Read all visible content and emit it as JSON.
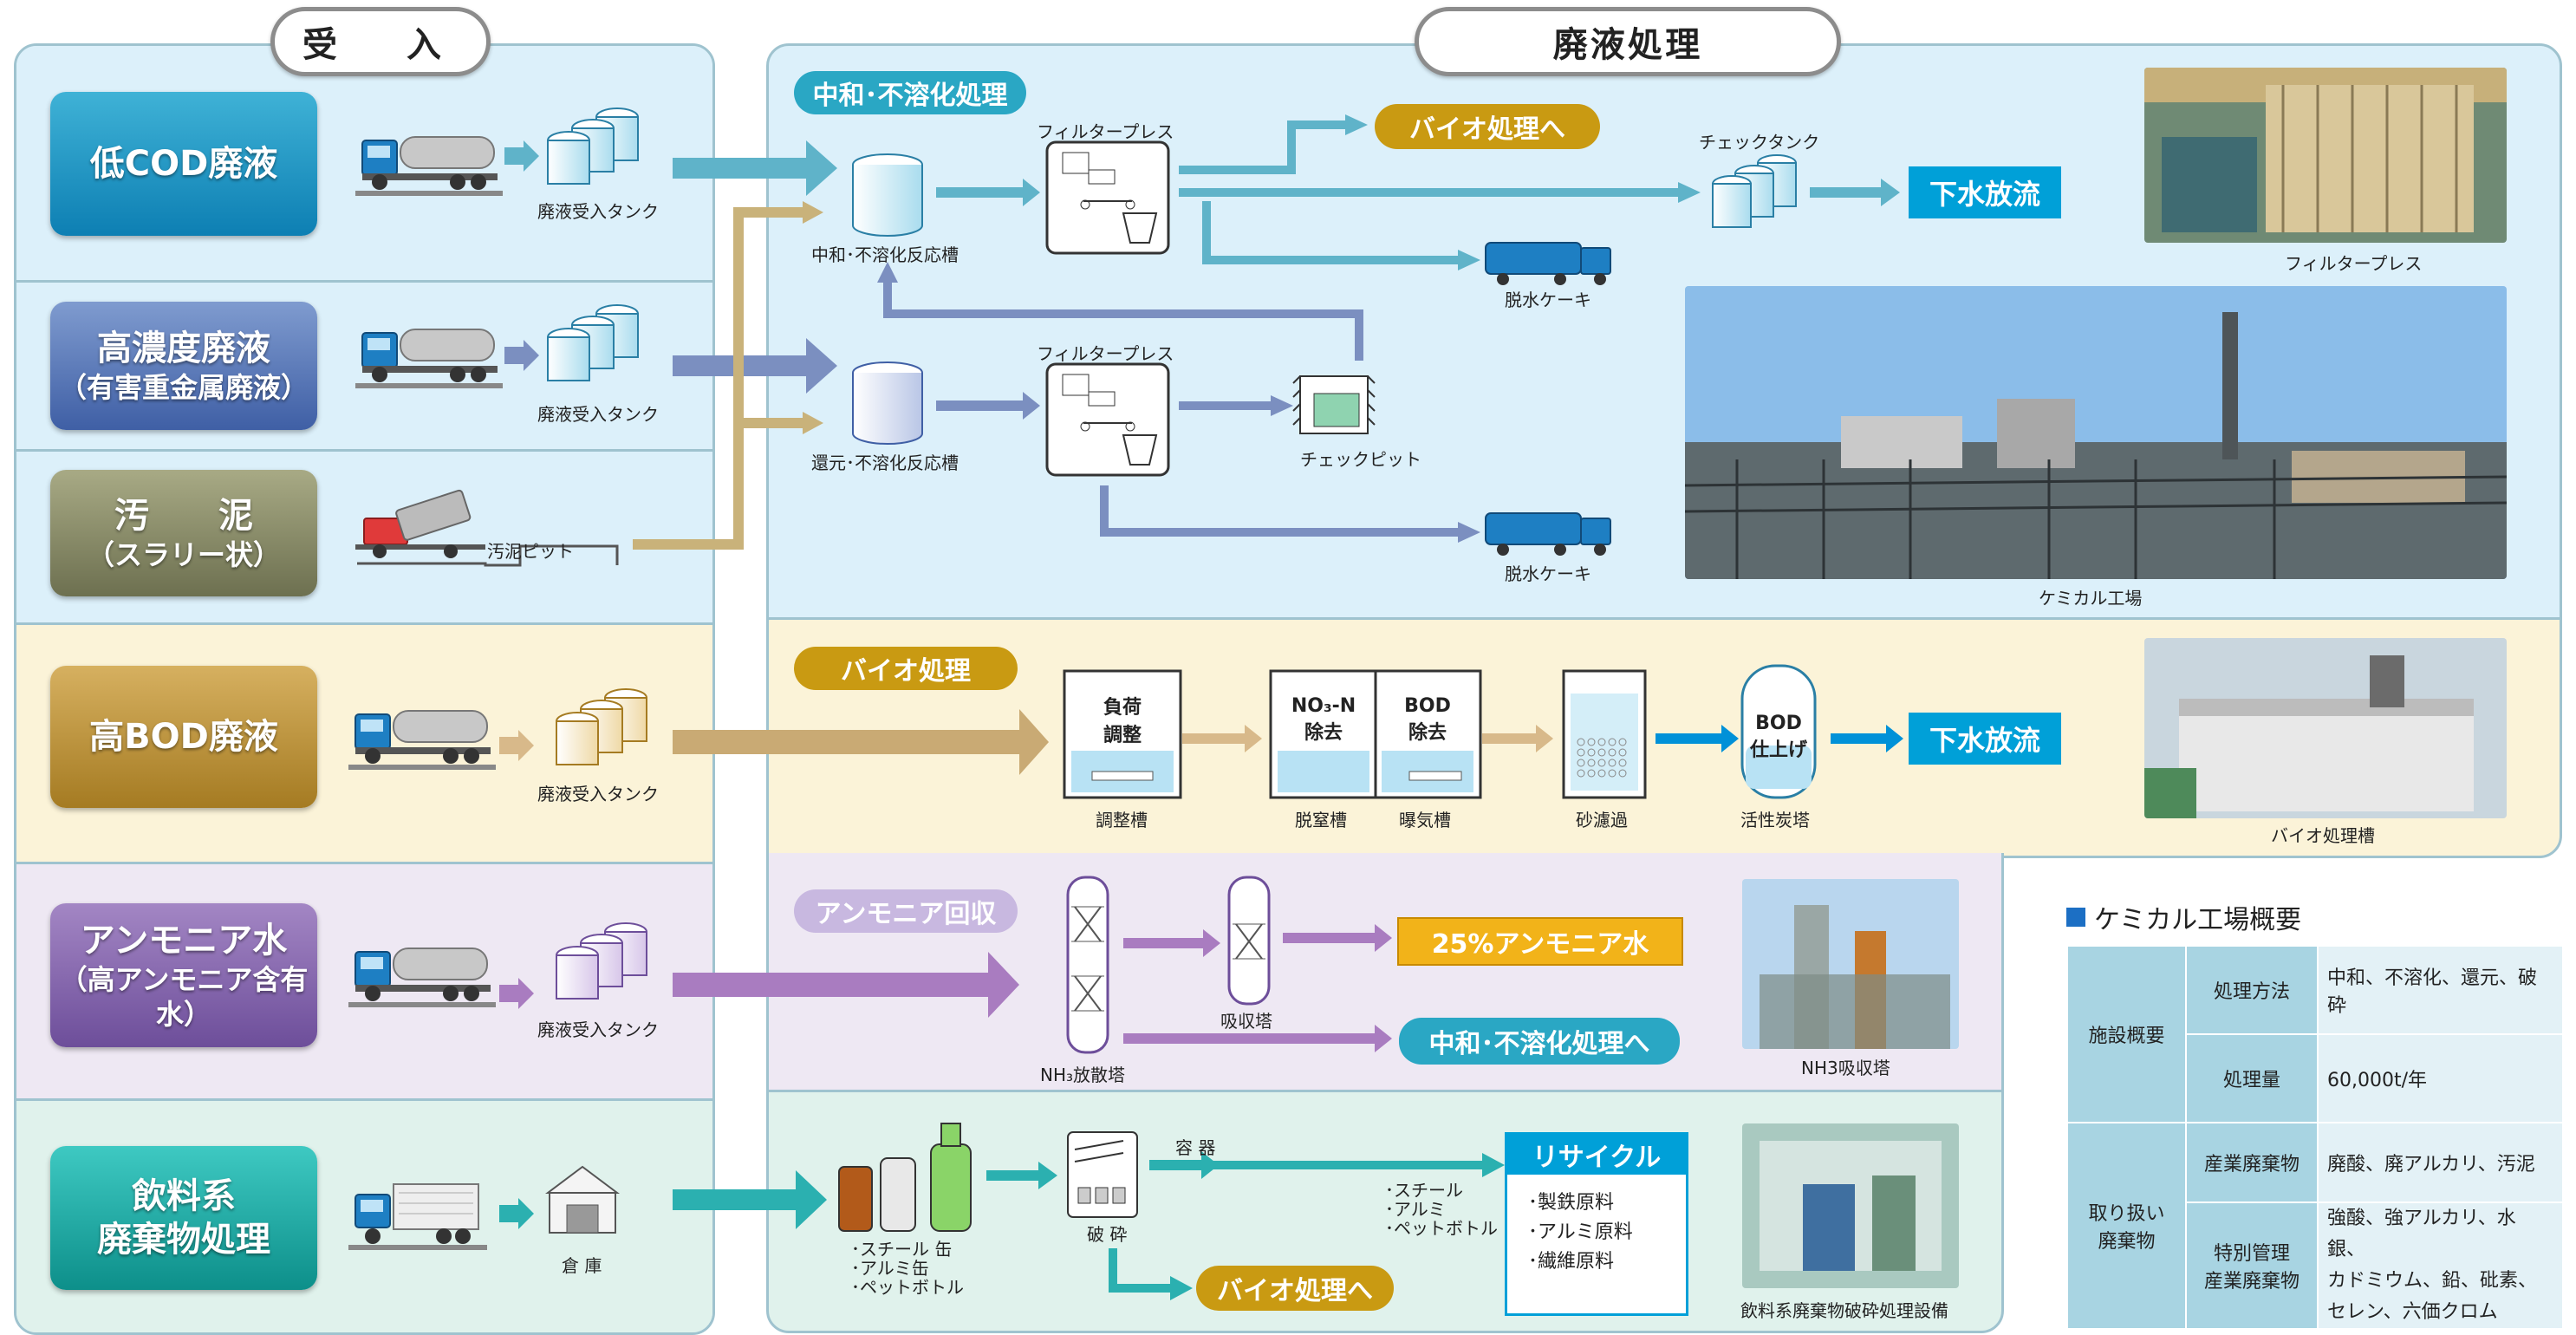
{
  "headers": {
    "intake": "受　入",
    "treatment": "廃液処理"
  },
  "categories": [
    {
      "main": "低COD廃液",
      "sub": ""
    },
    {
      "main": "高濃度廃液",
      "sub": "（有害重金属廃液）"
    },
    {
      "main": "汚　　泥",
      "sub": "（スラリー状）"
    },
    {
      "main": "高BOD廃液",
      "sub": ""
    },
    {
      "main": "アンモニア水",
      "sub": "（高アンモニア含有水）"
    },
    {
      "main": "飲料系",
      "sub": "廃棄物処理"
    }
  ],
  "intake": {
    "tank_label": "廃液受入タンク",
    "sludge_pit": "汚泥ピット",
    "warehouse": "倉 庫"
  },
  "neutral": {
    "tag": "中和･不溶化処理",
    "reactor1": "中和･不溶化反応槽",
    "reactor2": "還元･不溶化反応槽",
    "filter_press": "フィルタープレス",
    "to_bio": "バイオ処理へ",
    "check_tank": "チェックタンク",
    "discharge": "下水放流",
    "cake": "脱水ケーキ",
    "check_pit": "チェックピット"
  },
  "bio": {
    "tag": "バイオ処理",
    "adjust_box": "負荷\n調整",
    "no3_box": "NO₃-N\n除去",
    "bod_box": "BOD\n除去",
    "adjust_tank": "調整槽",
    "denitrify": "脱窒槽",
    "aeration": "曝気槽",
    "sand": "砂濾過",
    "carbon_box": "BOD\n仕上げ",
    "carbon": "活性炭塔",
    "discharge": "下水放流"
  },
  "ammonia": {
    "tag": "アンモニア回収",
    "stripper": "NH₃放散塔",
    "absorber": "吸収塔",
    "product": "25%アンモニア水",
    "to_neutral": "中和･不溶化処理へ"
  },
  "beverage": {
    "inputs": "･スチール 缶\n･アルミ缶\n･ペットボトル",
    "crush": "破 砕",
    "container": "容 器",
    "sorted": "･スチール\n･アルミ\n･ペットボトル",
    "recycle_title": "リサイクル",
    "recycle_items": "･製鉄原料\n･アルミ原料\n･繊維原料",
    "to_bio": "バイオ処理へ"
  },
  "photos": {
    "filter_press": "フィルタープレス",
    "plant": "ケミカル工場",
    "bio_tank": "バイオ処理槽",
    "nh3": "NH3吸収塔",
    "beverage": "飲料系廃棄物破砕処理設備"
  },
  "overview": {
    "title": "ケミカル工場概要",
    "rows": [
      {
        "category": "施設概要",
        "label": "処理方法",
        "value": "中和、不溶化、還元、破砕"
      },
      {
        "category": "",
        "label": "処理量",
        "value": "60,000t/年"
      },
      {
        "category": "取り扱い\n廃棄物",
        "label": "産業廃棄物",
        "value": "廃酸、廃アルカリ、汚泥"
      },
      {
        "category": "",
        "label": "特別管理\n産業廃棄物",
        "value": "強酸、強アルカリ、水銀、\nカドミウム、鉛、砒素、\nセレン、六価クロム"
      }
    ]
  },
  "colors": {
    "blue_arrow": "#5fb3c9",
    "navy_arrow": "#7b8fc0",
    "tan_arrow": "#c9b27a",
    "bio_arrow": "#d8b98a",
    "purple_arrow": "#a97cc0",
    "teal_arrow": "#2bb0b0",
    "discharge": "#00a0d8",
    "gold_tag": "#c99a12"
  }
}
